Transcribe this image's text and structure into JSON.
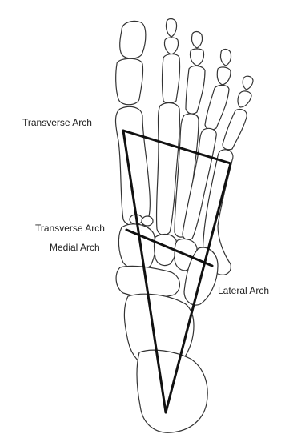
{
  "labels": {
    "transverse_arch_top": "Transverse Arch",
    "transverse_arch_mid": "Transverse Arch",
    "medial_arch": "Medial Arch",
    "lateral_arch": "Lateral Arch"
  },
  "colors": {
    "bone_stroke": "#333333",
    "arch_lines": "#111111",
    "label_text": "#222222"
  },
  "icons": {
    "foot": "foot-skeleton-top-view"
  }
}
